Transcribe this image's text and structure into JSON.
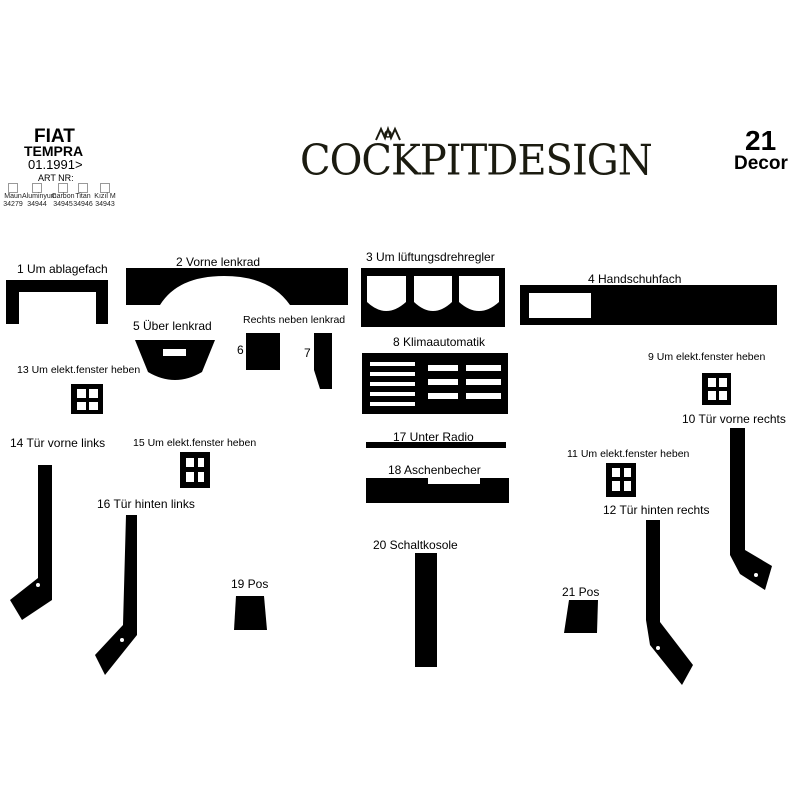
{
  "header": {
    "brand": "FIAT",
    "model": "TEMPRA",
    "date": "01.1991>",
    "art_nr_label": "ART NR:",
    "logo_text": "COCKPITDESIGN",
    "count": "21",
    "count_label": "Decor"
  },
  "variants": [
    {
      "name": "Maun",
      "code": "34279"
    },
    {
      "name": "Aluminyum",
      "code": "34944"
    },
    {
      "name": "Carbon",
      "code": "34945"
    },
    {
      "name": "Titan",
      "code": "34946"
    },
    {
      "name": "Kızıl M",
      "code": "34943"
    }
  ],
  "parts": [
    {
      "id": "p1",
      "label": "1 Um ablagefach"
    },
    {
      "id": "p2",
      "label": "2 Vorne lenkrad"
    },
    {
      "id": "p3",
      "label": "3 Um lüftungsdrehregler"
    },
    {
      "id": "p4",
      "label": "4 Handschuhfach"
    },
    {
      "id": "p5",
      "label": "5 Über lenkrad"
    },
    {
      "id": "p67",
      "label": "Rechts neben lenkrad"
    },
    {
      "id": "p6",
      "label": "6"
    },
    {
      "id": "p7",
      "label": "7"
    },
    {
      "id": "p8",
      "label": "8 Klimaautomatik"
    },
    {
      "id": "p9",
      "label": "9 Um elekt.fenster heben"
    },
    {
      "id": "p10",
      "label": "10 Tür vorne rechts"
    },
    {
      "id": "p11",
      "label": "11 Um elekt.fenster heben"
    },
    {
      "id": "p12",
      "label": "12 Tür hinten rechts"
    },
    {
      "id": "p13",
      "label": "13 Um elekt.fenster heben"
    },
    {
      "id": "p14",
      "label": "14 Tür vorne links"
    },
    {
      "id": "p15",
      "label": "15 Um elekt.fenster heben"
    },
    {
      "id": "p16",
      "label": "16 Tür hinten links"
    },
    {
      "id": "p17",
      "label": "17 Unter Radio"
    },
    {
      "id": "p18",
      "label": "18 Aschenbecher"
    },
    {
      "id": "p19",
      "label": "19 Pos"
    },
    {
      "id": "p20",
      "label": "20 Schaltkosole"
    },
    {
      "id": "p21",
      "label": "21 Pos"
    }
  ],
  "colors": {
    "part_fill": "#000000",
    "background": "#ffffff"
  }
}
